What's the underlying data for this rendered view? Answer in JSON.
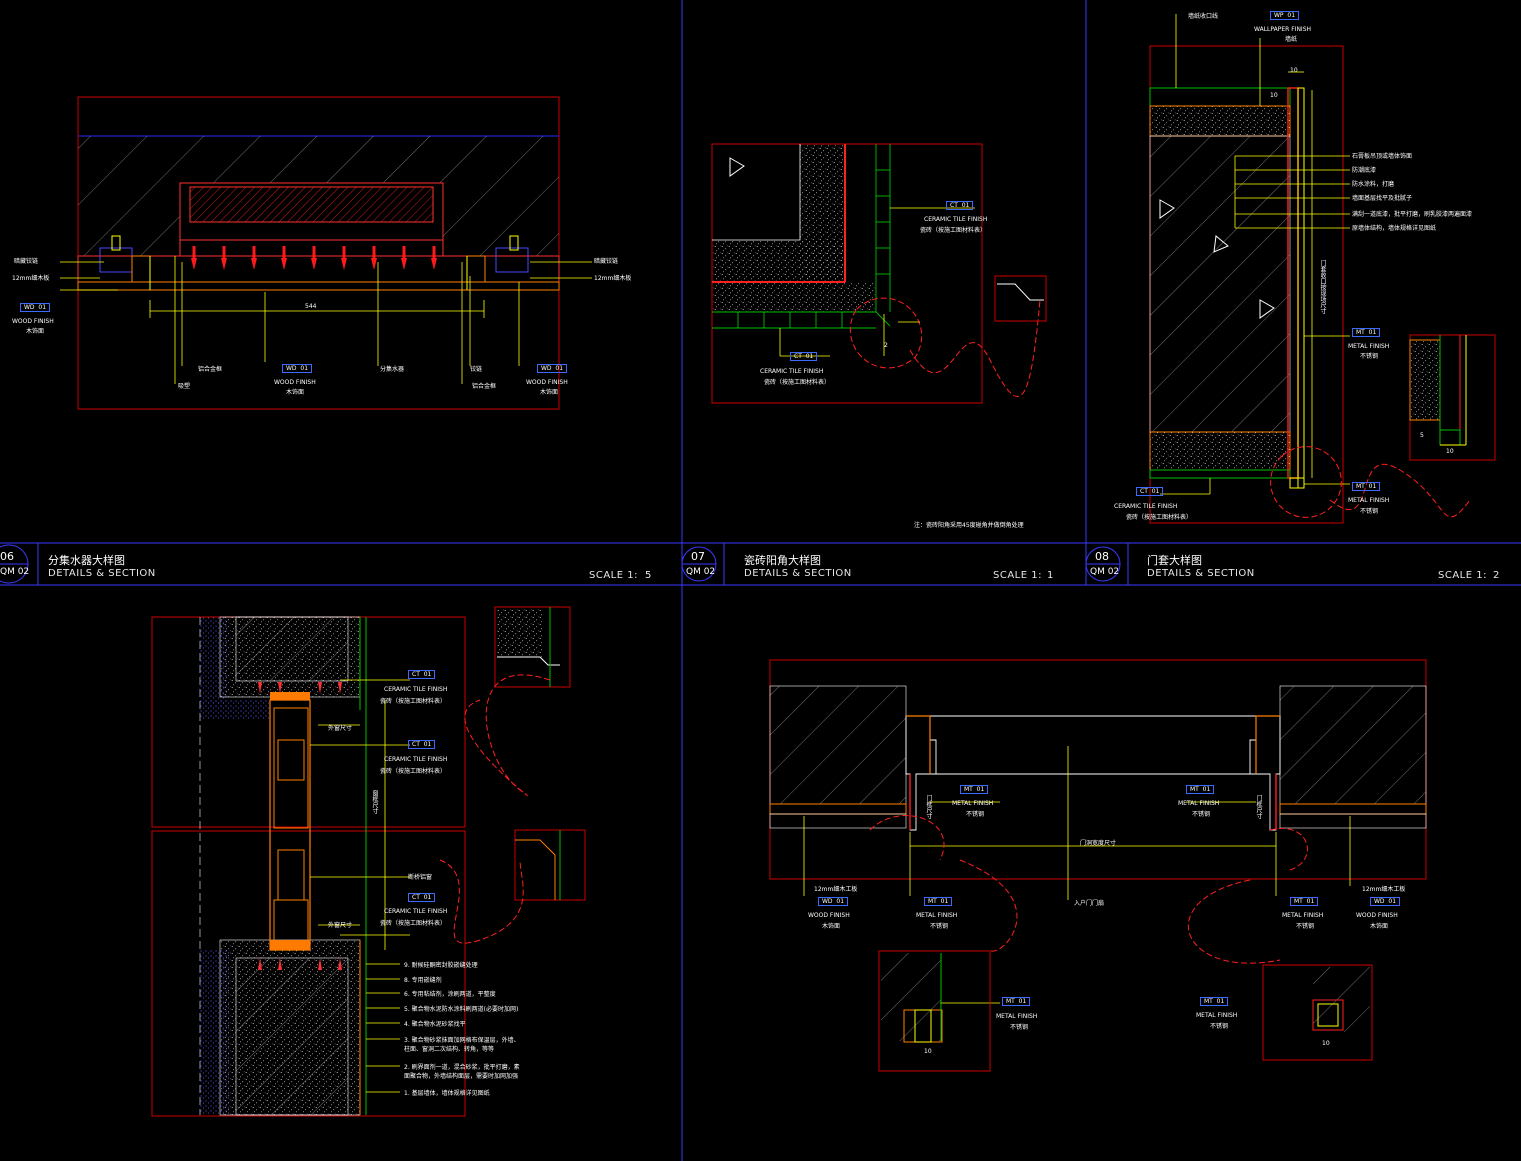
{
  "panels": [
    {
      "num": "06",
      "sheet": "QM 02",
      "title_cn": "分集水器大样图",
      "title_en": "DETAILS & SECTION",
      "scale_label": "SCALE  1:",
      "scale_value": "5"
    },
    {
      "num": "07",
      "sheet": "QM 02",
      "title_cn": "瓷砖阳角大样图",
      "title_en": "DETAILS & SECTION",
      "scale_label": "SCALE  1:",
      "scale_value": "1"
    },
    {
      "num": "08",
      "sheet": "QM 02",
      "title_cn": "门套大样图",
      "title_en": "DETAILS & SECTION",
      "scale_label": "SCALE  1:",
      "scale_value": "2"
    }
  ],
  "detail06": {
    "dimension": "544",
    "tags": {
      "left": {
        "code": "WD",
        "num": "01",
        "en": "WOOD FINISH",
        "cn": "木饰面"
      },
      "mid": {
        "code": "WD",
        "num": "01",
        "en": "WOOD FINISH",
        "cn": "木饰面"
      },
      "right": {
        "code": "WD",
        "num": "01",
        "en": "WOOD FINISH",
        "cn": "木饰面"
      }
    },
    "notes": {
      "left_top": "暗藏铰链",
      "left_mid": "12mm细木板",
      "right_top": "暗藏铰链",
      "right_mid": "12mm细木板",
      "b1": "铝合金框",
      "b2": "吸塑",
      "b3": "分集水器",
      "b4": "铰链",
      "b5": "铝合金框"
    }
  },
  "detail07": {
    "tag_top": {
      "code": "CT",
      "num": "01",
      "en": "CERAMIC TILE FINISH",
      "cn": "瓷砖（按施工图材料表）"
    },
    "tag_bottom": {
      "code": "CT",
      "num": "01",
      "en": "CERAMIC TILE FINISH",
      "cn": "瓷砖（按施工图材料表）"
    },
    "note": "注：瓷砖阳角采用45度碰角并做倒角处理",
    "dim": "2"
  },
  "detail08": {
    "tag_wp": {
      "code": "WP",
      "num": "01",
      "en": "WALLPAPER FINISH",
      "cn": "墙纸"
    },
    "top_note": "墙纸收口线",
    "dim_top": "10",
    "dim_side": "10",
    "layers": [
      "石膏板吊顶或墙体饰面",
      "防潮底漆",
      "防水涂料，打磨",
      "墙面基层找平及批腻子",
      "满刮一道底漆，批平打磨，刷乳胶漆两遍面漆",
      "原墙体结构，墙体规格详见图纸"
    ],
    "vertical_note": "门套收口按现场尺寸",
    "tag_mt": {
      "code": "MT",
      "num": "01",
      "en": "METAL FINISH",
      "cn": "不锈钢"
    },
    "tag_mt2": {
      "code": "MT",
      "num": "01",
      "en": "METAL FINISH",
      "cn": "不锈钢"
    },
    "tag_ct": {
      "code": "CT",
      "num": "01",
      "en": "CERAMIC TILE FINISH",
      "cn": "瓷砖（按施工图材料表）"
    },
    "dim_5": "5",
    "dim_10": "10"
  },
  "detail_window": {
    "tag1": {
      "code": "CT",
      "num": "01",
      "en": "CERAMIC TILE FINISH",
      "cn": "瓷砖（按施工图材料表）"
    },
    "tag2": {
      "code": "CT",
      "num": "01",
      "en": "CERAMIC TILE FINISH",
      "cn": "瓷砖（按施工图材料表）"
    },
    "tag3": {
      "code": "CT",
      "num": "01",
      "en": "CERAMIC TILE FINISH",
      "cn": "瓷砖（按施工图材料表）"
    },
    "dim_a": "外窗尺寸",
    "dim_b": "外窗尺寸",
    "dim_v": "窗框尺寸",
    "frame_note": "断桥铝窗",
    "layers": [
      "9. 耐候硅酮密封胶嵌缝处理",
      "8. 专用嵌缝剂",
      "6. 专用粘结剂，涂刷两道，平整度",
      "5. 聚合物水泥防水涂料刷两道(必要时加网)",
      "4. 聚合物水泥砂浆找平",
      "3. 聚合物砂浆抹面加网格布保温层，外墙、柱面、窗洞二次结构、转角，等等",
      "2. 刷界面剂一道，混合砂浆，批平打磨，素面聚合物，外墙结构面层，需要时加网加强",
      "1. 基层墙体，墙体规格详见图纸"
    ]
  },
  "detail_door": {
    "tag_mt_l": {
      "code": "MT",
      "num": "01",
      "en": "METAL FINISH",
      "cn": "不锈钢"
    },
    "tag_mt_r": {
      "code": "MT",
      "num": "01",
      "en": "METAL FINISH",
      "cn": "不锈钢"
    },
    "tag_mt_bl": {
      "code": "MT",
      "num": "01",
      "en": "METAL FINISH",
      "cn": "不锈钢"
    },
    "tag_mt_br": {
      "code": "MT",
      "num": "01",
      "en": "METAL FINISH",
      "cn": "不锈钢"
    },
    "tag_wd_l": {
      "code": "WD",
      "num": "01",
      "en": "WOOD FINISH",
      "cn": "木饰面"
    },
    "tag_wd_r": {
      "code": "WD",
      "num": "01",
      "en": "WOOD FINISH",
      "cn": "木饰面"
    },
    "tag_mt_d1": {
      "code": "MT",
      "num": "01",
      "en": "METAL FINISH",
      "cn": "不锈钢"
    },
    "tag_mt_d2": {
      "code": "MT",
      "num": "01",
      "en": "METAL FINISH",
      "cn": "不锈钢"
    },
    "note_12mm_l": "12mm细木工板",
    "note_12mm_r": "12mm细木工板",
    "note_door": "入户门门扇",
    "note_width": "门洞宽度尺寸",
    "dim_v_l": "门框尺寸",
    "dim_v_r": "门框尺寸",
    "dim_10": "10"
  },
  "colors": {
    "frame": "#cc0000",
    "outline": "#ff2a2a",
    "leader": "#ffff00",
    "hatch": "#ffffff",
    "green": "#00c000",
    "orange": "#ff8000",
    "blue": "#2a2aff",
    "divider": "#3a3aff"
  }
}
